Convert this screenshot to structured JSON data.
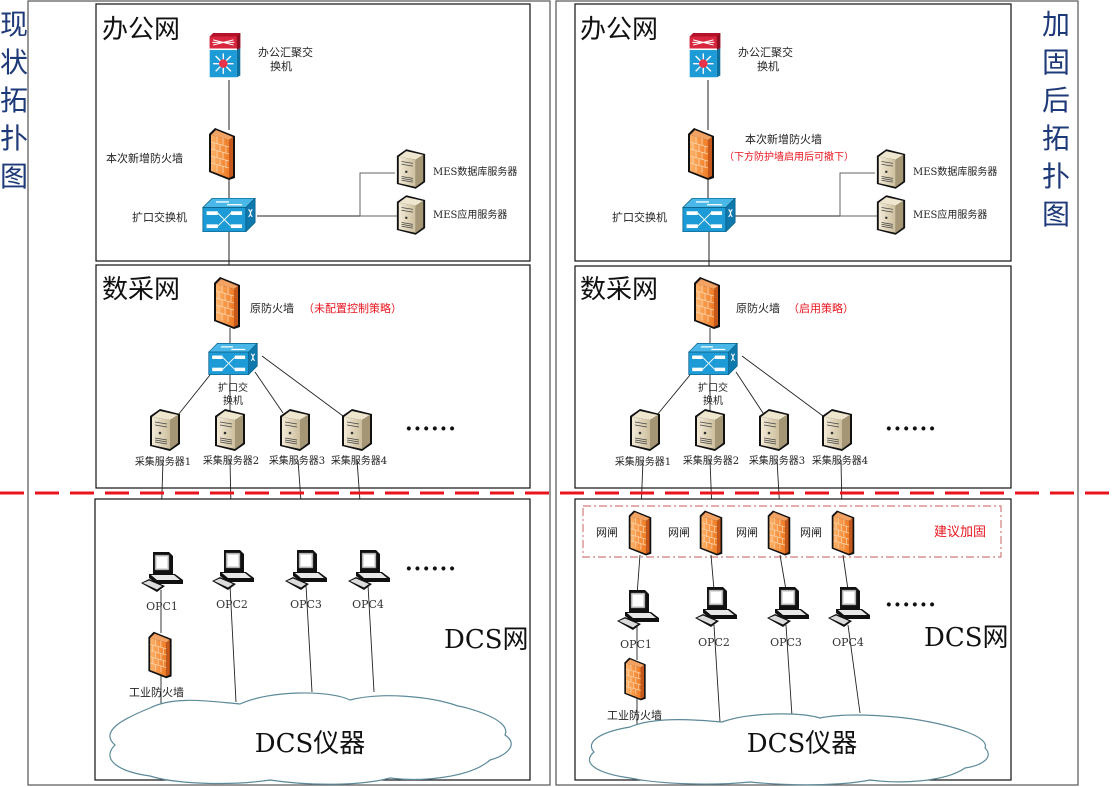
{
  "panels": [
    {
      "id": "current",
      "side_title": [
        "现",
        "状",
        "拓",
        "扑",
        "图"
      ],
      "office_zone": {
        "title": "办公网",
        "core_switch_label": [
          "办公汇聚交",
          "换机"
        ],
        "new_firewall_label": "本次新增防火墙",
        "new_firewall_note": "",
        "access_switch_label": "扩口交换机",
        "servers": [
          "MES数据库服务器",
          "MES应用服务器"
        ]
      },
      "collect_zone": {
        "title": "数采网",
        "firewall_label": "原防火墙",
        "firewall_note": "（未配置控制策略）",
        "switch_label": [
          "扩口交",
          "换机"
        ],
        "servers": [
          "采集服务器1",
          "采集服务器2",
          "采集服务器3",
          "采集服务器4"
        ],
        "more": "······"
      },
      "dcs_zone": {
        "title": "DCS网",
        "gateways": [],
        "gateway_label": "",
        "recommend_label": "",
        "opcs": [
          "OPC1",
          "OPC2",
          "OPC3",
          "OPC4"
        ],
        "more": "······",
        "industrial_firewall_label": "工业防火墙",
        "cloud_label": "DCS仪器"
      }
    },
    {
      "id": "hardened",
      "side_title": [
        "加",
        "固",
        "后",
        "拓",
        "扑",
        "图"
      ],
      "office_zone": {
        "title": "办公网",
        "core_switch_label": [
          "办公汇聚交",
          "换机"
        ],
        "new_firewall_label": "本次新增防火墙",
        "new_firewall_note": "（下方防护墙启用后可撤下）",
        "access_switch_label": "扩口交换机",
        "servers": [
          "MES数据库服务器",
          "MES应用服务器"
        ]
      },
      "collect_zone": {
        "title": "数采网",
        "firewall_label": "原防火墙",
        "firewall_note": "（启用策略）",
        "switch_label": [
          "扩口交",
          "换机"
        ],
        "servers": [
          "采集服务器1",
          "采集服务器2",
          "采集服务器3",
          "采集服务器4"
        ],
        "more": "······"
      },
      "dcs_zone": {
        "title": "DCS网",
        "gateways": [
          "网闸",
          "网闸",
          "网闸",
          "网闸"
        ],
        "recommend_label": "建议加固",
        "opcs": [
          "OPC1",
          "OPC2",
          "OPC3",
          "OPC4"
        ],
        "more": "······",
        "industrial_firewall_label": "工业防火墙",
        "cloud_label": "DCS仪器"
      }
    }
  ],
  "colors": {
    "side_title": "#1f3a78",
    "alert_red": "#e8141e",
    "firewall_orange": "#f28a3c",
    "switch_blue": "#1d9bd6",
    "core_red": "#d7263d",
    "divider_dash": "#e8141e"
  }
}
